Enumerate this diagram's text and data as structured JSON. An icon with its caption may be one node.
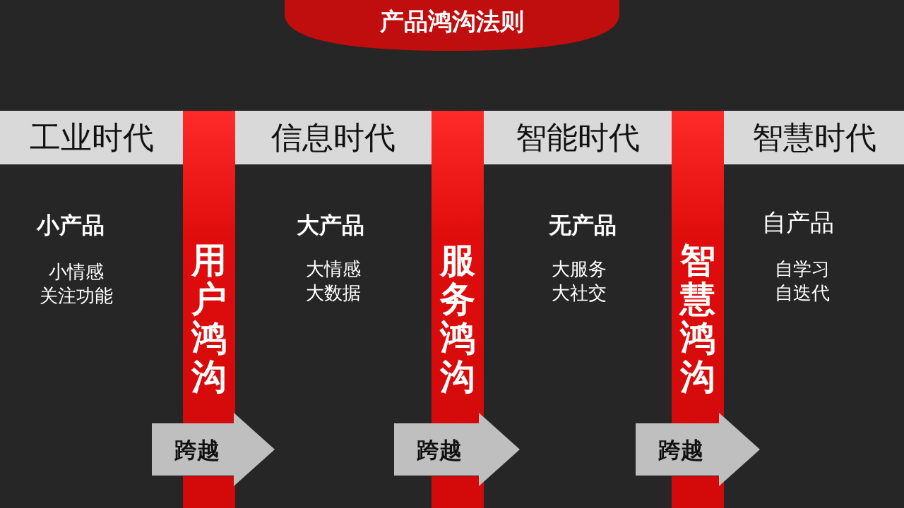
{
  "diagram": {
    "title": "产品鸿沟法则",
    "nodes": [
      {
        "text": [
          "工业时代"
        ]
      },
      {
        "text": [
          "信息时代"
        ]
      },
      {
        "text": [
          "智能时代"
        ]
      },
      {
        "text": [
          "智慧时代"
        ]
      },
      {
        "text": [
          "用户鸿沟"
        ]
      },
      {
        "text": [
          "服务鸿沟"
        ]
      },
      {
        "text": [
          "智慧鸿沟"
        ]
      },
      {
        "text": [
          "跨越"
        ]
      },
      {
        "text": [
          "跨越"
        ]
      },
      {
        "text": [
          "跨越"
        ]
      }
    ],
    "labels": [
      "小产品",
      "小情感",
      "关注功能",
      "大产品",
      "大情感",
      "大数据",
      "无产品",
      "大服务",
      "大社交",
      "自产品",
      "自学习",
      "自迭代"
    ]
  }
}
